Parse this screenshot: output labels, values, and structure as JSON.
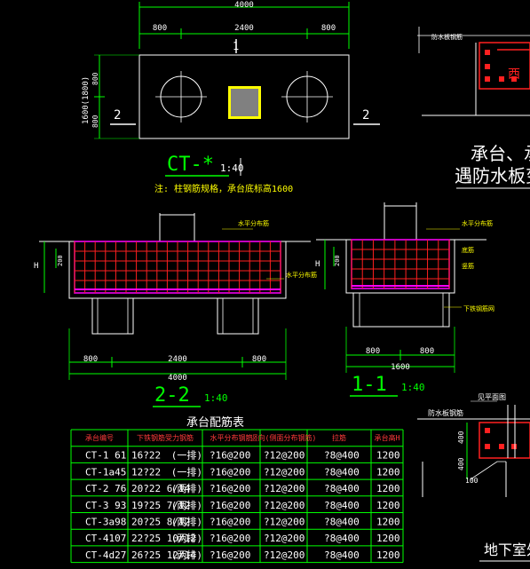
{
  "plan": {
    "dim_total": "4000",
    "dim_left": "800",
    "dim_mid": "2400",
    "dim_right": "800",
    "dim_height": "1600(1800)",
    "dim_v_top": "800",
    "dim_v_bot": "800",
    "sect_1_top": "1",
    "sect_2_left": "2",
    "sect_2_right": "2",
    "title": "CT-*",
    "scale": "1:40",
    "note": "注: 柱钢筋规格，承台底标高1600"
  },
  "side_panel": {
    "label_top": "防水板钢筋",
    "text_line1": "承台、承",
    "text_line2": "遇防水板变",
    "glyph_red": "西"
  },
  "sec22": {
    "label_top": "水平分布筋",
    "label_right": "水平分布筋",
    "label_h": "H",
    "label_200": "200",
    "dim_left": "800",
    "dim_mid": "2400",
    "dim_right": "800",
    "dim_total": "4000",
    "title": "2-2",
    "scale": "1:40"
  },
  "sec11": {
    "label_top": "水平分布筋",
    "label_mid1": "底筋",
    "label_mid2": "竖筋",
    "label_bottom": "下铁钢筋网",
    "label_h": "H",
    "label_200": "200",
    "dim_left": "800",
    "dim_right": "800",
    "dim_total": "1600",
    "title": "1-1",
    "scale": "1:40"
  },
  "detail": {
    "label_top": "见平面图",
    "label_2": "防水板钢筋",
    "dim_400a": "400",
    "dim_400b": "400",
    "label_100": "100",
    "title": "地下室外"
  },
  "table": {
    "title": "承台配筋表",
    "headers": [
      "承台编号",
      "下铁钢筋受力钢筋",
      "水平分布钢筋",
      "竖向(侧面分布钢筋)",
      "拉筋",
      "承台高H"
    ],
    "rows": [
      [
        "CT-1  61",
        "16?22",
        "(一排)",
        "?16@200",
        "?12@200",
        "?8@400",
        "1200"
      ],
      [
        "CT-1a45",
        "12?22",
        "(一排)",
        "?16@200",
        "?12@200",
        "?8@400",
        "1200"
      ],
      [
        "CT-2  76",
        "20?22 6/14",
        "(两排)",
        "?16@200",
        "?12@200",
        "?8@400",
        "1200"
      ],
      [
        "CT-3  93",
        "19?25 7/12",
        "(两排)",
        "?16@200",
        "?12@200",
        "?8@400",
        "1200"
      ],
      [
        "CT-3a98",
        "20?25 8/12",
        "(两排)",
        "?16@200",
        "?12@200",
        "?8@400",
        "1200"
      ],
      [
        "CT-4107",
        "22?25 10/12",
        "(两排)",
        "?16@200",
        "?12@200",
        "?8@400",
        "1200"
      ],
      [
        "CT-4d27",
        "26?25 12/14",
        "(两排)",
        "?16@200",
        "?12@200",
        "?8@400",
        "1200"
      ]
    ]
  },
  "colors": {
    "background": "#000000",
    "dimension": "#00ff00",
    "outline": "#ffffff",
    "rebar_red": "#ff2020",
    "rebar_magenta": "#ff00ff",
    "text_yellow": "#ffff00",
    "table_grid": "#00ff00",
    "table_head": "#ff3b3b",
    "pile_fill": "#808080"
  }
}
